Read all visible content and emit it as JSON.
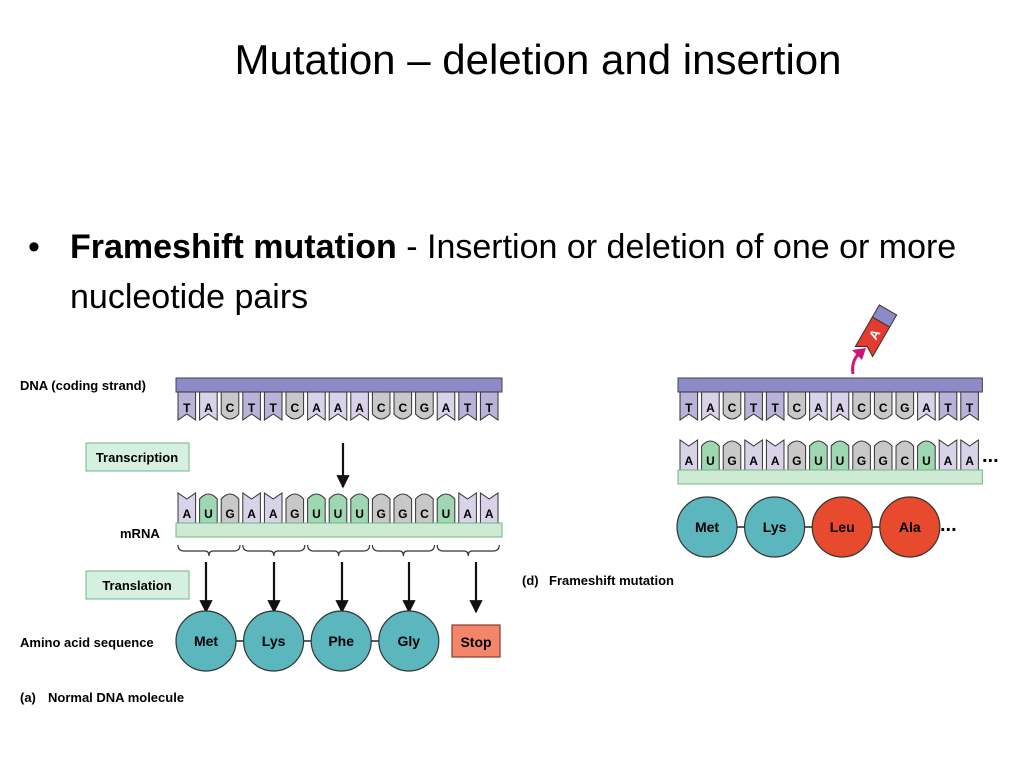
{
  "title": "Mutation – deletion and insertion",
  "bullet": {
    "symbol": "•",
    "term": "Frameshift mutation",
    "text": " - Insertion or deletion of one or more nucleotide pairs"
  },
  "panel_a": {
    "dna_label": "DNA (coding strand)",
    "dna_bases": [
      "T",
      "A",
      "C",
      "T",
      "T",
      "C",
      "A",
      "A",
      "A",
      "C",
      "C",
      "G",
      "A",
      "T",
      "T"
    ],
    "transcription_label": "Transcription",
    "mrna_label": "mRNA",
    "mrna_bases": [
      "A",
      "U",
      "G",
      "A",
      "A",
      "G",
      "U",
      "U",
      "U",
      "G",
      "G",
      "C",
      "U",
      "A",
      "A"
    ],
    "translation_label": "Translation",
    "amino_label": "Amino acid sequence",
    "amino_acids": [
      "Met",
      "Lys",
      "Phe",
      "Gly"
    ],
    "stop_label": "Stop",
    "caption_letter": "(a)",
    "caption_text": "Normal DNA molecule"
  },
  "panel_d": {
    "inserted_base": "A",
    "dna_bases": [
      "T",
      "A",
      "C",
      "T",
      "T",
      "C",
      "A",
      "A",
      "C",
      "C",
      "G",
      "A",
      "T",
      "T"
    ],
    "mrna_bases": [
      "A",
      "U",
      "G",
      "A",
      "A",
      "G",
      "U",
      "U",
      "G",
      "G",
      "C",
      "U",
      "A",
      "A"
    ],
    "mrna_ellipsis": "...",
    "amino_acids": [
      "Met",
      "Lys",
      "Leu",
      "Ala"
    ],
    "amino_ellipsis": "...",
    "caption_letter": "(d)",
    "caption_text": "Frameshift mutation"
  },
  "colors": {
    "backbone": "#8d8ac8",
    "purine_tab": "#d9d3ea",
    "pyrimidine_tab": "#c8c8c8",
    "thymine_tab": "#b9b3d9",
    "uracil_tab": "#9fd7b2",
    "mrna_strip": "#cfead2",
    "label_box": "#d6f0df",
    "normal_amino": "#5bb6bd",
    "mutant_amino": "#e84a2e",
    "stop_box": "#f3866a",
    "insert_arrow": "#d0127a"
  }
}
